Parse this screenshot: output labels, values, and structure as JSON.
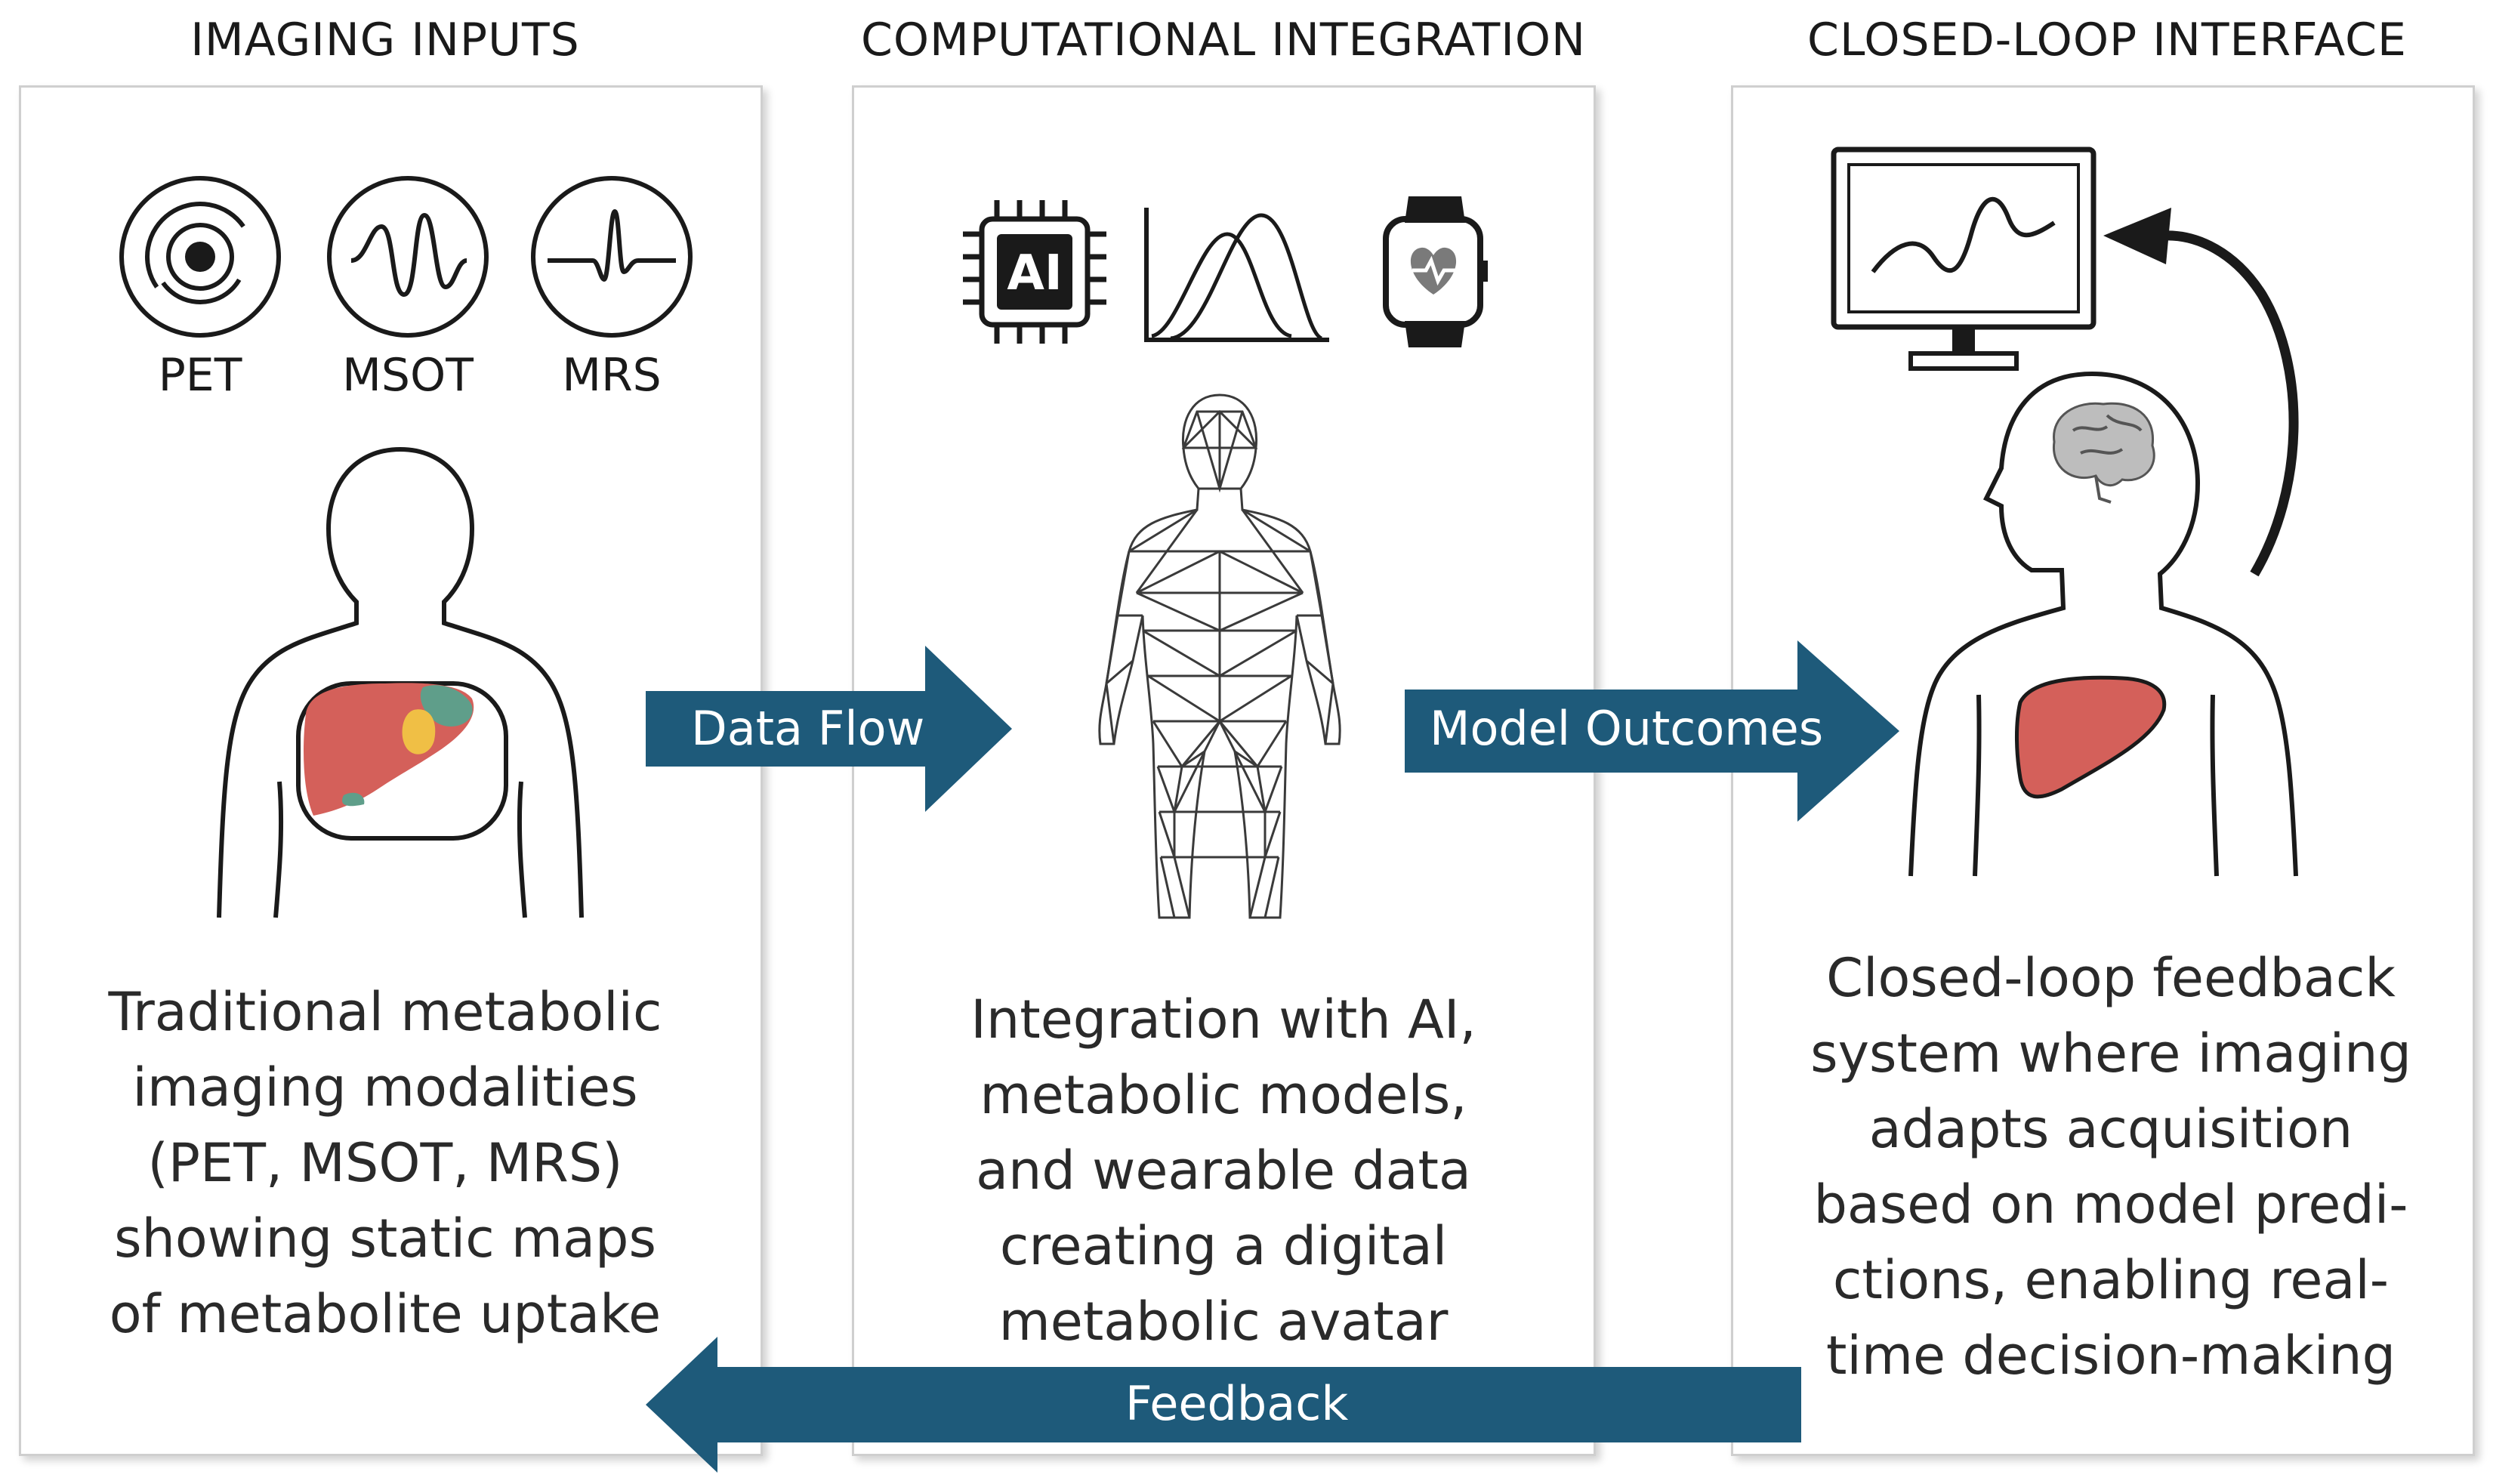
{
  "headings": {
    "imaging": "IMAGING INPUTS",
    "computational": "COMPUTATIONAL INTEGRATION",
    "closed_loop": "CLOSED-LOOP INTERFACE"
  },
  "modalities": [
    "PET",
    "MSOT",
    "MRS"
  ],
  "descriptions": {
    "imaging": "Traditional metabolic\nimaging modalities\n(PET, MSOT, MRS)\nshowing static maps\nof metabolite uptake",
    "computational": "Integration with AI,\nmetabolic models,\nand wearable data\ncreating a digital\nmetabolic avatar",
    "closed_loop": "Closed-loop feedback\nsystem where imaging\nadapts acquisition\nbased on model predi-\nctions, enabling real-\ntime decision-making"
  },
  "arrows": {
    "data_flow": "Data Flow",
    "model_outcomes": "Model Outcomes",
    "feedback": "Feedback"
  },
  "icons": {
    "ai_chip": "AI",
    "ai_chip_icon": "ai-chip-icon",
    "distribution_icon": "distribution-curves-icon",
    "watch_icon": "smartwatch-heart-icon",
    "monitor_icon": "monitor-icon"
  },
  "colors": {
    "arrow": "#1e5a7a",
    "liver": "#d4605a",
    "uptake_teal": "#5f9e8a",
    "uptake_yellow": "#f0bf45"
  }
}
